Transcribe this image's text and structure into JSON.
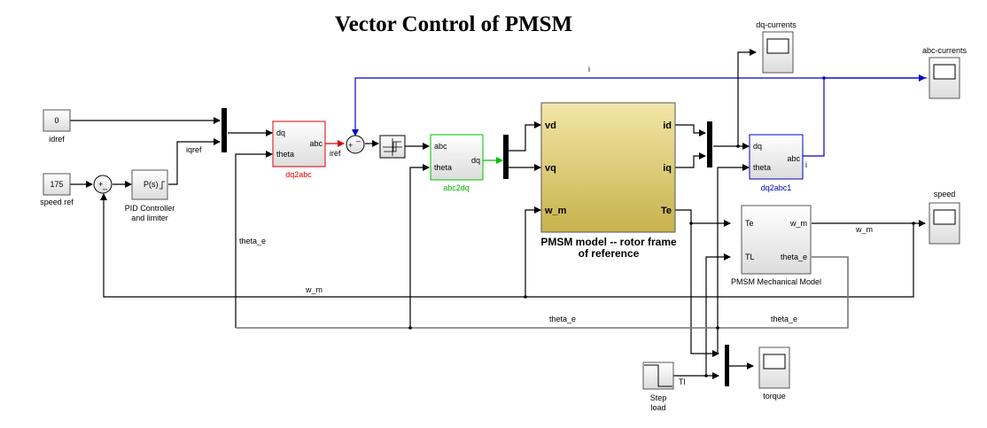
{
  "title": "Vector Control of PMSM",
  "colors": {
    "dq2abc": "#e00000",
    "abc2dq": "#00b000",
    "dq2abc1": "#0000c8",
    "pmsm_fill_top": "#f3e6a8",
    "pmsm_fill_bottom": "#c8b24c"
  },
  "blocks": {
    "idref": {
      "value": "0",
      "label": "idref"
    },
    "speed_ref": {
      "value": "175",
      "label": "speed ref"
    },
    "sum1": {
      "signs_top": "+",
      "signs_bottom": "–"
    },
    "pid": {
      "text": "P(s)",
      "label_line1": "PID Controller",
      "label_line2": "and limiter"
    },
    "dq2abc": {
      "label": "dq2abc",
      "in1": "dq",
      "in2": "theta",
      "out": "abc"
    },
    "sum2": {
      "sign_left": "+",
      "sign_top": "–"
    },
    "relay": {
      "label": ""
    },
    "abc2dq": {
      "label": "abc2dq",
      "in1": "abc",
      "in2": "theta",
      "out": "dq"
    },
    "pmsm": {
      "label_line1": "PMSM model -- rotor frame",
      "label_line2": "of reference",
      "in1": "vd",
      "in2": "vq",
      "in3": "w_m",
      "out1": "id",
      "out2": "iq",
      "out3": "Te"
    },
    "dq2abc1": {
      "label": "dq2abc1",
      "in1": "dq",
      "in2": "theta",
      "out": "abc"
    },
    "mech": {
      "label": "PMSM Mechanical Model",
      "in1": "Te",
      "in2": "TL",
      "out1": "w_m",
      "out2": "theta_e"
    },
    "scope_dq": {
      "label": "dq-currents"
    },
    "scope_abc": {
      "label": "abc-currents"
    },
    "scope_speed": {
      "label": "speed"
    },
    "scope_torque": {
      "label": "torque"
    },
    "step": {
      "label_line1": "Step",
      "label_line2": "load"
    }
  },
  "signals": {
    "iqref": "iqref",
    "iref": "iref",
    "i_top": "i",
    "i_out": "i",
    "theta_e_left": "theta_e",
    "w_m_bottom": "w_m",
    "theta_e_bottom1": "theta_e",
    "theta_e_bottom2": "theta_e",
    "w_m_right": "w_m",
    "Tl": "Tl"
  }
}
